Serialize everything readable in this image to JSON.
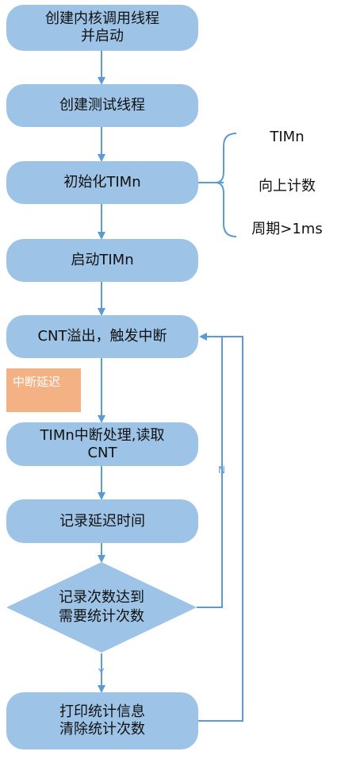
{
  "nodes": {
    "create_kernel_thread": {
      "line1": "创建内核调用线程",
      "line2": "并启动"
    },
    "create_test_thread": "创建测试线程",
    "init_timer": "初始化TIMn",
    "start_timer": "启动TIMn",
    "cnt_overflow": "CNT溢出，触发中断",
    "interrupt_handler": {
      "line1": "TIMn中断处理,读取",
      "line2": "CNT"
    },
    "record_latency": "记录延迟时间",
    "check_count": {
      "line1": "记录次数达到",
      "line2": "需要统计次数"
    },
    "print_clear": {
      "line1": "打印统计信息",
      "line2": "清除统计次数"
    }
  },
  "annotations": {
    "timer_name": "TIMn",
    "count_direction": "向上计数",
    "period": "周期>1ms",
    "interrupt_latency": "中断延迟"
  },
  "edge_labels": {
    "no": "N",
    "yes": "Y"
  },
  "colors": {
    "node_fill": "#9dc3e6",
    "connector": "#5b9bd5",
    "latency_box": "#f4b183"
  }
}
